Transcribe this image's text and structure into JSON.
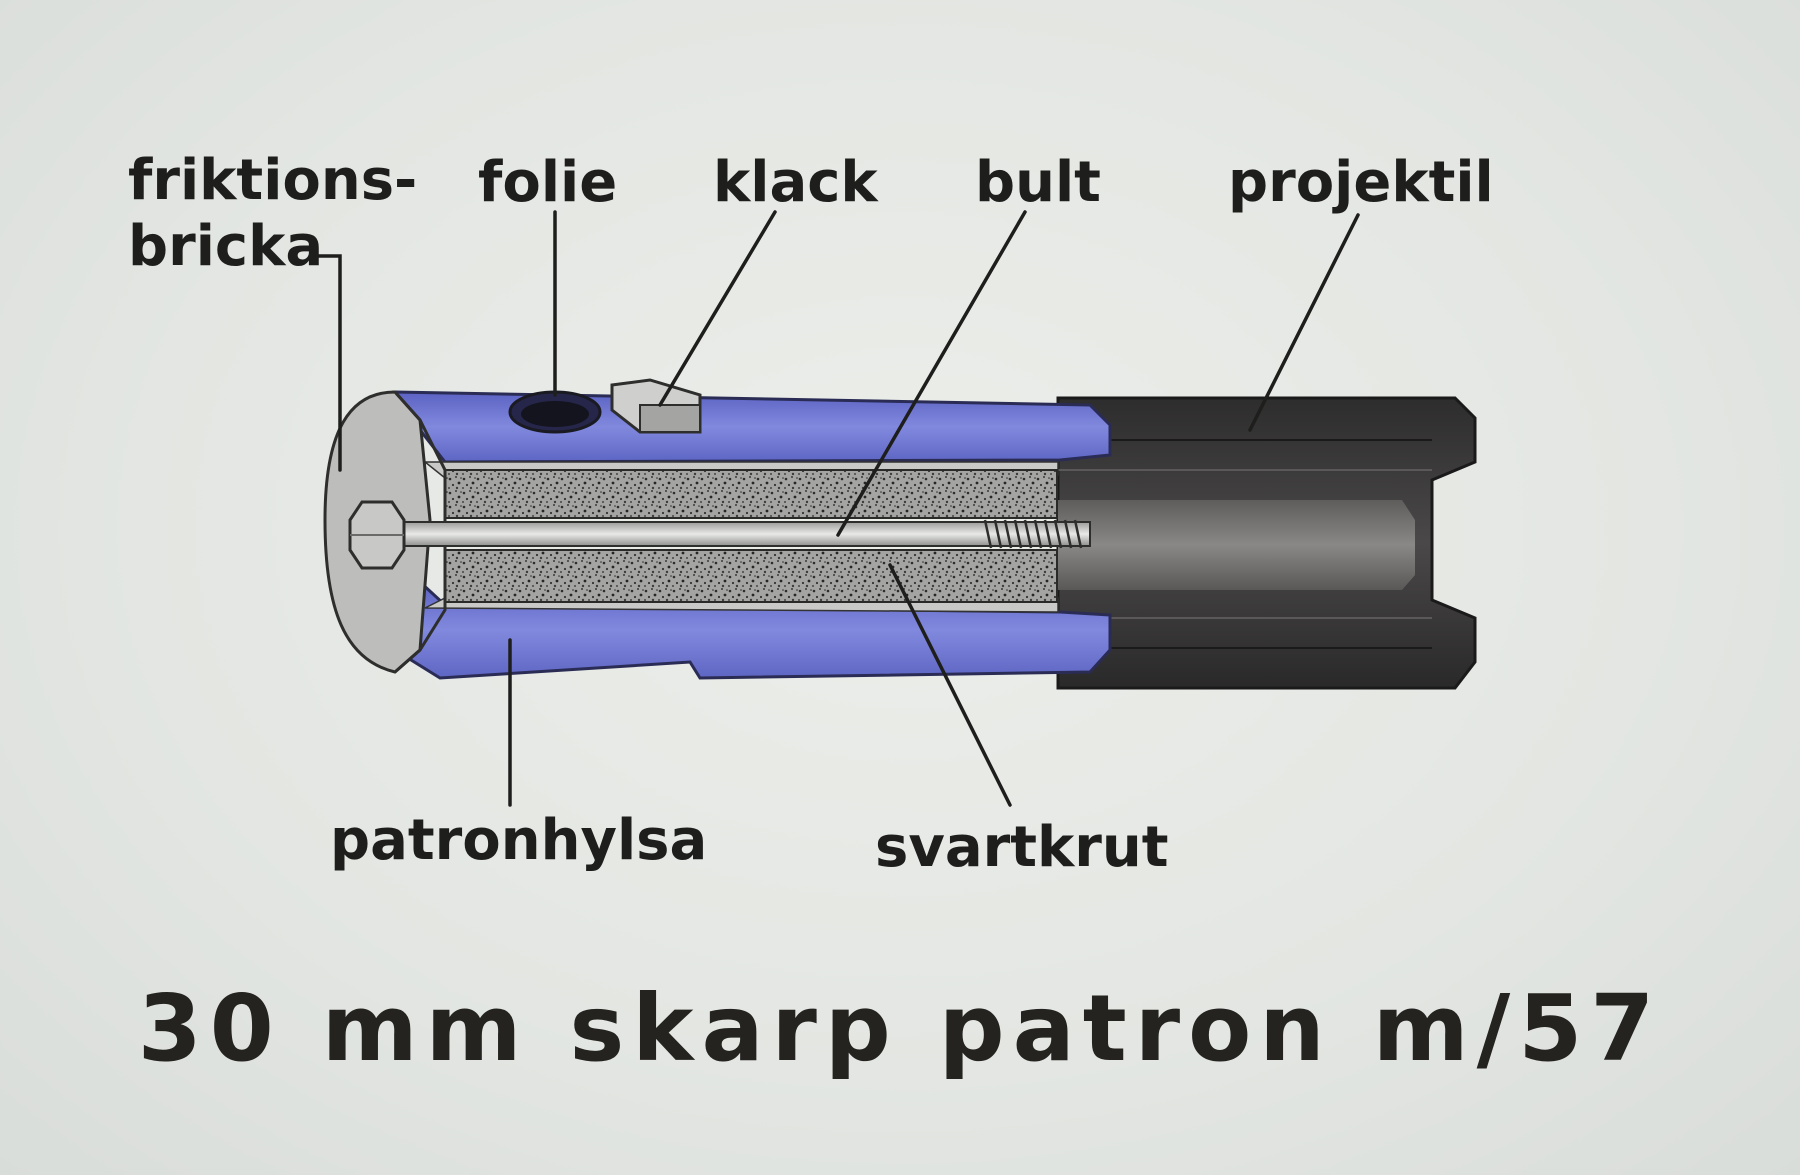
{
  "title": "30 mm skarp patron m/57",
  "labels": {
    "friktionsbricka_line1": "friktions-",
    "friktionsbricka_line2": "bricka",
    "folie": "folie",
    "klack": "klack",
    "bult": "bult",
    "projektil": "projektil",
    "patronhylsa": "patronhylsa",
    "svartkrut": "svartkrut"
  },
  "colors": {
    "background": "#e3e6e2",
    "casing_blue": "#6e76cf",
    "projectile": "#3a3838",
    "powder": "#9a9a98",
    "metal_grey": "#b9bab8",
    "text": "#1e1f1c"
  }
}
